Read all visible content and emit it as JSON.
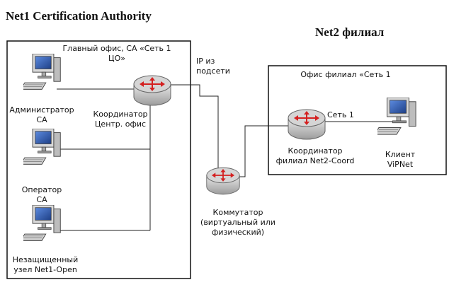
{
  "titles": {
    "left": "Net1 Certification Authority",
    "right": "Net2 филиал"
  },
  "left_box": {
    "label_line1": "Главный офис, CA «Сеть 1",
    "label_line2": "ЦО»"
  },
  "right_box": {
    "label": "Офис филиал «Сеть 1"
  },
  "nodes": {
    "admin": {
      "line1": "Администратор",
      "line2": "CA"
    },
    "operator": {
      "line1": "Оператор",
      "line2": "CA"
    },
    "open_node": {
      "line1": "Незащищенный",
      "line2": "узел Net1-Open"
    },
    "coord_center": {
      "line1": "Координатор",
      "line2": "Центр. офис"
    },
    "ip_subnet": {
      "line1": "IP из",
      "line2": "подсети"
    },
    "switch": {
      "line1": "Коммутатор",
      "line2": "(виртуальный или",
      "line3": "физический)"
    },
    "set1": {
      "line1": "Сеть 1"
    },
    "coord_branch": {
      "line1": "Координатор",
      "line2": "филиал Net2-Coord"
    },
    "client": {
      "line1": "Клиент",
      "line2": "ViPNet"
    }
  },
  "colors": {
    "router_arrow": "#d42020",
    "router_body": "#c9c9c9",
    "monitor_screen": "#2f5fb0",
    "line": "#222222"
  }
}
